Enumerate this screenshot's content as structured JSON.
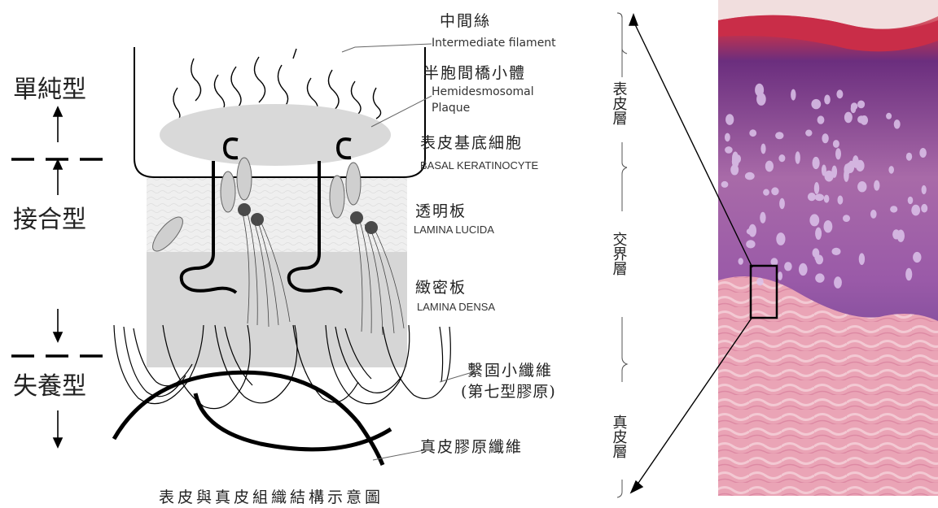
{
  "left_types": {
    "simple": "單純型",
    "junctional": "接合型",
    "dystrophic": "失養型"
  },
  "labels": {
    "intermediate_zh": "中間絲",
    "intermediate_en": "Intermediate filament",
    "hemi_zh": "半胞間橋小體",
    "hemi_en_1": "Hemidesmosomal",
    "hemi_en_2": "Plaque",
    "basal_zh": "表皮基底細胞",
    "basal_en": "BASAL KERATINOCYTE",
    "lucida_zh": "透明板",
    "lucida_en": "LAMINA LUCIDA",
    "densa_zh": "緻密板",
    "densa_en": "LAMINA DENSA",
    "anchoring_zh": "繫固小纖維",
    "anchoring_sub": "(第七型膠原)",
    "collagen_zh": "真皮膠原纖維",
    "caption": "表皮與真皮組織結構示意圖"
  },
  "layers": {
    "epidermis": "表皮層",
    "bmz": "交界層",
    "dermis": "真皮層"
  },
  "colors": {
    "lucida_fill": "#efefef",
    "densa_fill": "#d6d6d6",
    "plaque_fill": "#d9d9d9",
    "histo_dermis": "#eaa4b6",
    "histo_epidermis": "#9a5aa8"
  }
}
